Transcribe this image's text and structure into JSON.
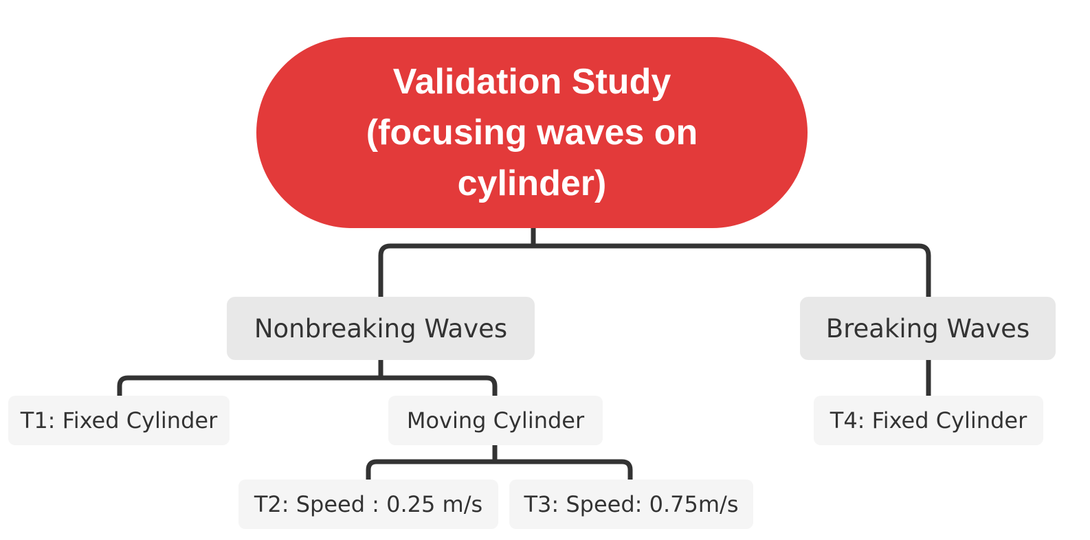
{
  "root": {
    "line1": "Validation Study",
    "line2": "(focusing waves on",
    "line3": "cylinder)",
    "color": "#e33a3a"
  },
  "branches": {
    "nonbreaking": {
      "label": "Nonbreaking Waves",
      "children": {
        "t1": "T1: Fixed Cylinder",
        "moving": {
          "label": "Moving Cylinder",
          "children": {
            "t2": "T2: Speed : 0.25 m/s",
            "t3": "T3: Speed: 0.75m/s"
          }
        }
      }
    },
    "breaking": {
      "label": "Breaking Waves",
      "children": {
        "t4": "T4: Fixed Cylinder"
      }
    }
  },
  "colors": {
    "branch_fill": "#e8e8e8",
    "leaf_fill": "#f5f5f5",
    "connector": "#333333",
    "text": "#333333"
  }
}
